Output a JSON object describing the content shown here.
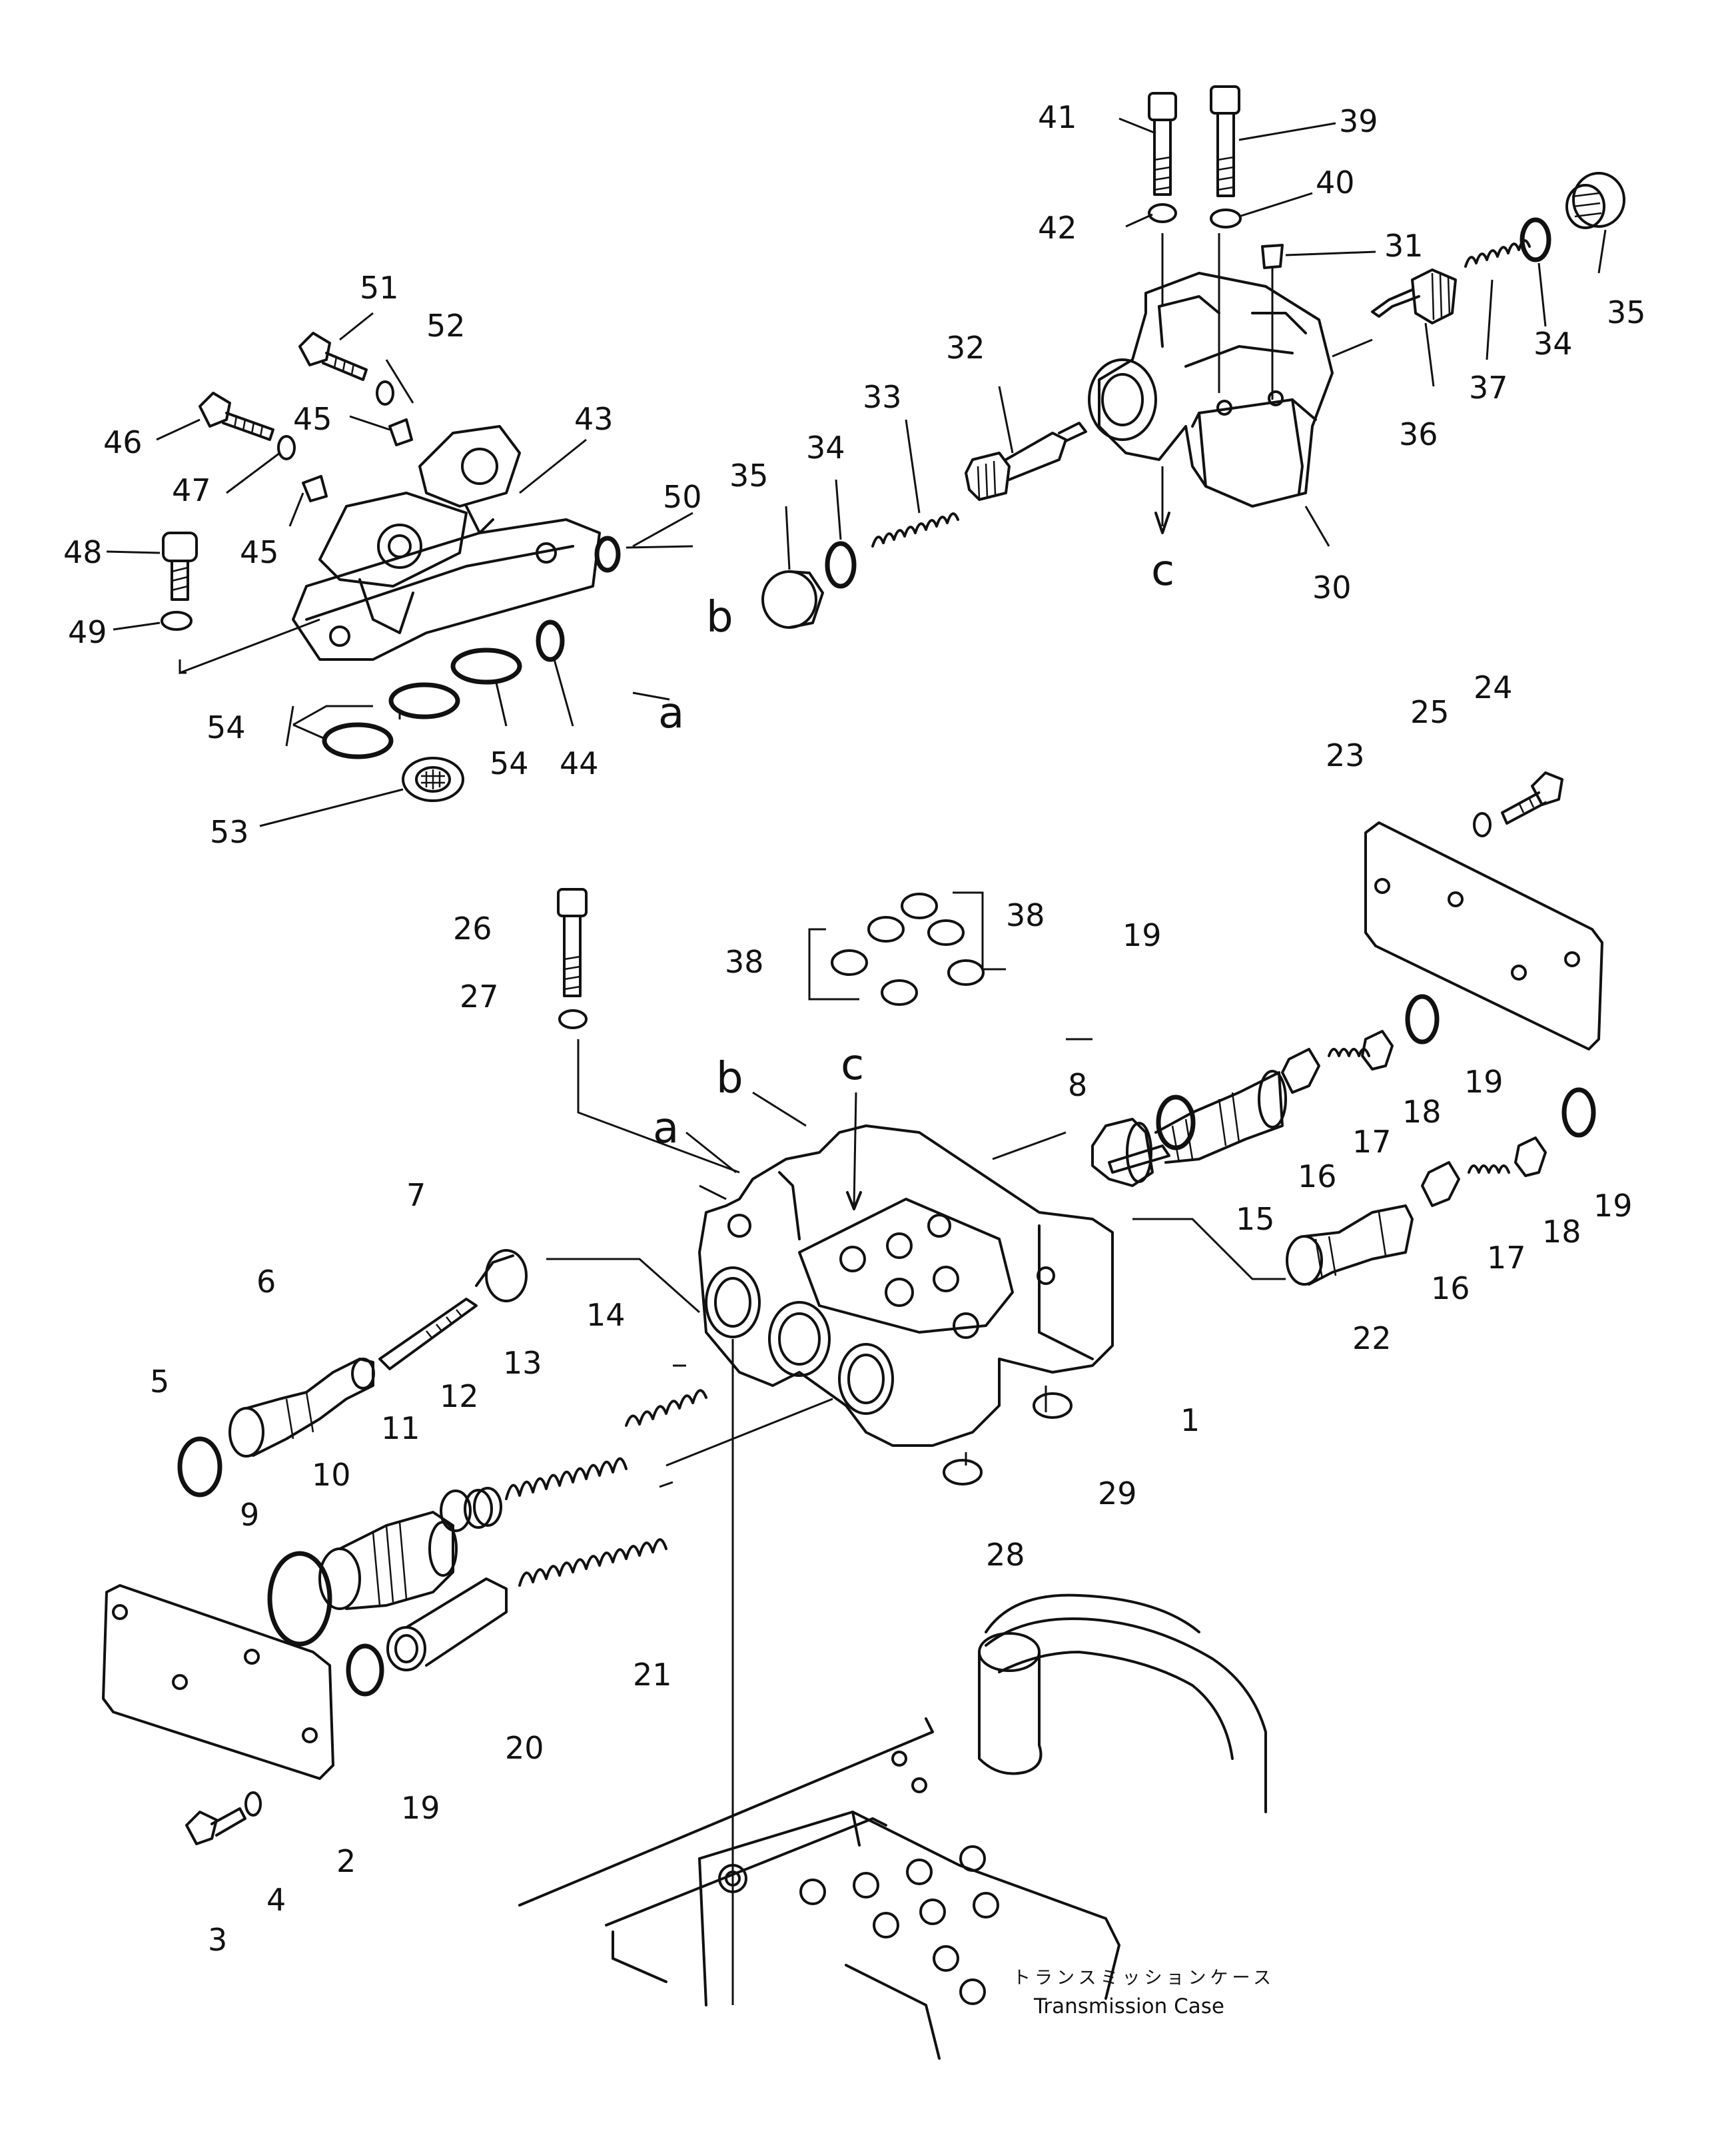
{
  "callouts": [
    "1",
    "2",
    "3",
    "4",
    "5",
    "6",
    "7",
    "8",
    "9",
    "10",
    "11",
    "12",
    "13",
    "14",
    "15",
    "16",
    "16",
    "17",
    "17",
    "18",
    "18",
    "19",
    "19",
    "19",
    "19",
    "20",
    "21",
    "22",
    "23",
    "24",
    "25",
    "26",
    "27",
    "28",
    "29",
    "30",
    "31",
    "32",
    "33",
    "34",
    "34",
    "35",
    "35",
    "36",
    "37",
    "38",
    "38",
    "39",
    "40",
    "41",
    "42",
    "43",
    "44",
    "45",
    "45",
    "46",
    "47",
    "48",
    "49",
    "50",
    "51",
    "52",
    "53",
    "54",
    "54"
  ],
  "refs": [
    "a",
    "a",
    "b",
    "b",
    "c",
    "c"
  ],
  "caption": {
    "jp": "トランスミッションケース",
    "en": "Transmission Case"
  }
}
